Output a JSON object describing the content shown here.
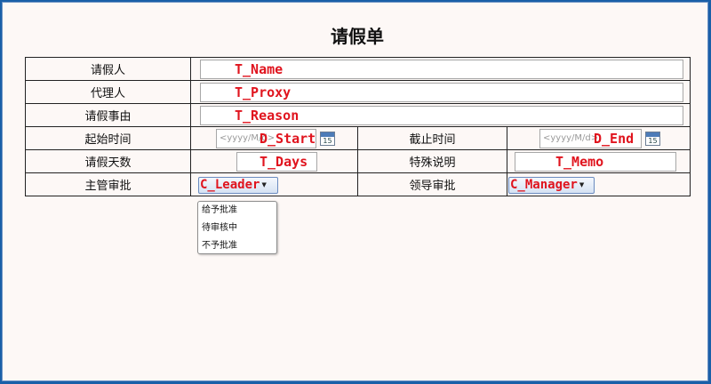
{
  "form": {
    "title": "请假单",
    "rows": {
      "name": {
        "label": "请假人",
        "value": "T_Name"
      },
      "proxy": {
        "label": "代理人",
        "value": "T_Proxy"
      },
      "reason": {
        "label": "请假事由",
        "value": "T_Reason"
      },
      "start": {
        "label": "起始时间",
        "placeholder": "<yyyy/M/d>",
        "value": "D_Start"
      },
      "end": {
        "label": "截止时间",
        "placeholder": "<yyyy/M/d>",
        "value": "D_End"
      },
      "days": {
        "label": "请假天数",
        "value": "T_Days"
      },
      "memo": {
        "label": "特殊说明",
        "value": "T_Memo"
      },
      "leader": {
        "label": "主管审批",
        "value": "C_Leader"
      },
      "manager": {
        "label": "领导审批",
        "value": "C_Manager"
      }
    },
    "calendar_day": "15",
    "dropdown_options": [
      "给予批准",
      "待审核中",
      "不予批准"
    ]
  },
  "colors": {
    "field_text": "#e0141e",
    "window_border": "#1a5fa8"
  }
}
